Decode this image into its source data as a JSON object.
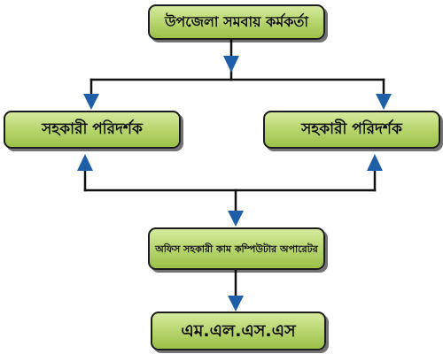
{
  "diagram": {
    "nodes": {
      "top": "উপজেলা সমবায় কর্মকর্তা",
      "assistant_inspector_left": "সহকারী পরিদর্শক",
      "assistant_inspector_right": "সহকারী পরিদর্শক",
      "office_assistant": "অফিস সহকারী কাম কম্পিউটার অপারেটর",
      "mlss": "এম.এল.এস.এস"
    },
    "colors": {
      "node_fill": "#b5d36a",
      "node_border": "#1c1c1c",
      "connector_line": "#111111",
      "arrow": "#1f5fa8"
    }
  }
}
